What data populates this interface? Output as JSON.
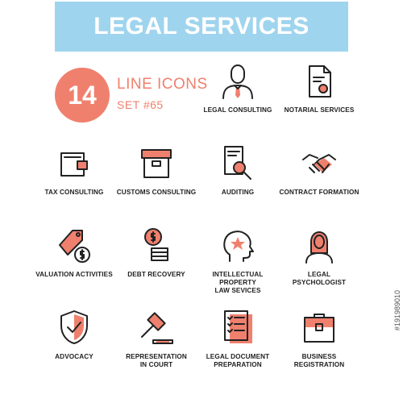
{
  "header": {
    "title": "LEGAL SERVICES"
  },
  "badge": {
    "number": "14",
    "line_icons": "LINE ICONS",
    "set": "SET #65"
  },
  "icons": [
    {
      "label": "LEGAL CONSULTING"
    },
    {
      "label": "NOTARIAL SERVICES"
    },
    {
      "label": "TAX CONSULTING"
    },
    {
      "label": "CUSTOMS CONSULTING"
    },
    {
      "label": "AUDITING"
    },
    {
      "label": "CONTRACT FORMATION"
    },
    {
      "label": "VALUATION ACTIVITIES"
    },
    {
      "label": "DEBT RECOVERY"
    },
    {
      "label": "INTELLECTUAL PROPERTY\nLAW SEVICES"
    },
    {
      "label": "LEGAL\nPSYCHOLOGIST"
    },
    {
      "label": "ADVOCACY"
    },
    {
      "label": "REPRESENTATION\nIN COURT"
    },
    {
      "label": "LEGAL DOCUMENT\nPREPARATION"
    },
    {
      "label": "BUSINESS\nREGISTRATION"
    }
  ],
  "stock_id": "#191989010",
  "colors": {
    "banner": "#9fd4ee",
    "accent": "#f0806e",
    "stroke": "#222222"
  }
}
